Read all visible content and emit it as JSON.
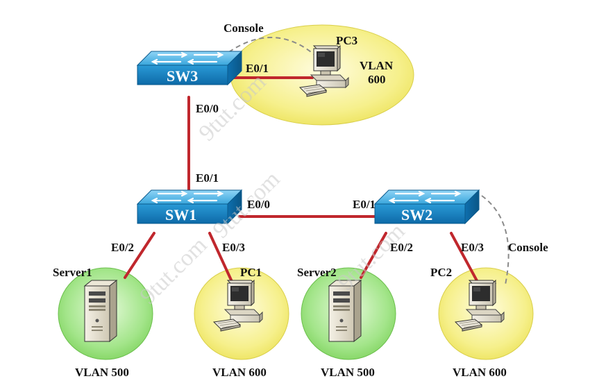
{
  "switches": {
    "sw3": {
      "label": "SW3"
    },
    "sw1": {
      "label": "SW1"
    },
    "sw2": {
      "label": "SW2"
    }
  },
  "ports": {
    "sw3_e01": "E0/1",
    "sw3_e00": "E0/0",
    "sw1_e01": "E0/1",
    "sw1_e00": "E0/0",
    "sw2_e01": "E0/1",
    "sw1_e02": "E0/2",
    "sw1_e03": "E0/3",
    "sw2_e02": "E0/2",
    "sw2_e03": "E0/3"
  },
  "consoles": {
    "top": "Console",
    "right": "Console"
  },
  "hosts": {
    "pc3": {
      "label": "PC3",
      "vlan_line1": "VLAN",
      "vlan_line2": "600"
    },
    "server1": {
      "label": "Server1",
      "vlan": "VLAN 500"
    },
    "pc1": {
      "label": "PC1",
      "vlan": "VLAN 600"
    },
    "server2": {
      "label": "Server2",
      "vlan": "VLAN 500"
    },
    "pc2": {
      "label": "PC2",
      "vlan": "VLAN 600"
    }
  },
  "watermarks": [
    "9tut.com",
    "9tut.com",
    "9tut.com",
    "9tut.com"
  ],
  "colors": {
    "link": "#c0272d",
    "vlan600_zone": "#f4ef82",
    "vlan500_zone": "#93e07a",
    "switch_body": "#1e8fd0",
    "console_cable": "#8a8a8a"
  }
}
